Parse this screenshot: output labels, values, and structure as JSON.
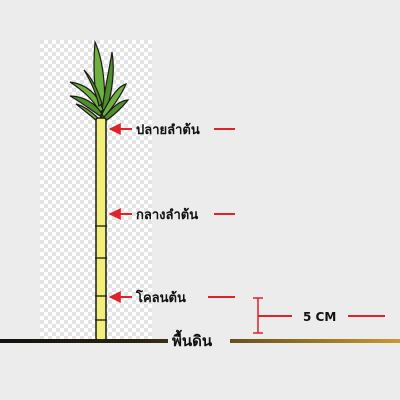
{
  "diagram": {
    "labels": {
      "top": "ปลายลำต้น",
      "middle": "กลางลำต้น",
      "base": "โคลนต้น",
      "ground": "พื้นดิน",
      "measurement": "5 CM"
    },
    "colors": {
      "background": "#ececec",
      "checker_light": "#ffffff",
      "checker_dark": "#e3e3e3",
      "stalk_fill": "#f1ef7a",
      "stalk_outline": "#1a1a1a",
      "leaf_fill": "#6fb13f",
      "leaf_shade": "#4e8f2b",
      "arrow": "#e0222a",
      "ground_dark": "#111111",
      "ground_gold": "#c89a2e"
    },
    "icons": [
      "sugarcane-plant-icon"
    ]
  }
}
